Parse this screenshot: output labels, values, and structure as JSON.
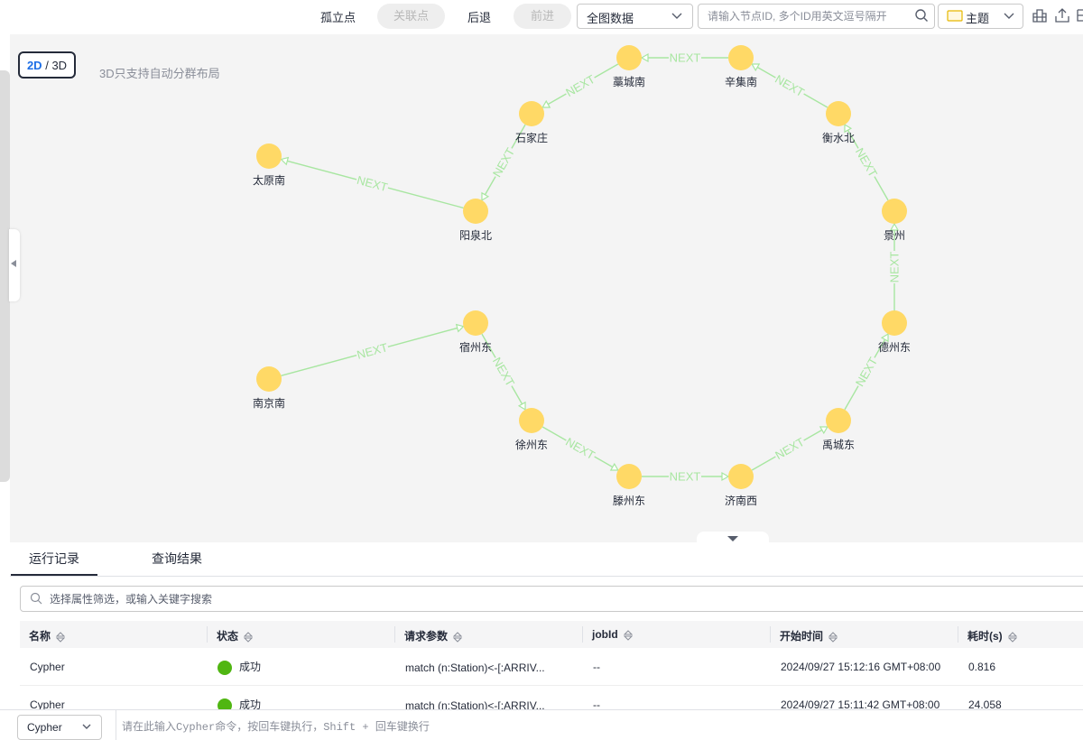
{
  "toolbar": {
    "isolated_label": "孤立点",
    "related_label": "关联点",
    "back_label": "后退",
    "forward_label": "前进",
    "scope_select": "全图数据",
    "search_placeholder": "请输入节点ID, 多个ID用英文逗号隔开",
    "theme_label": "主题"
  },
  "canvas": {
    "toggle_2d": "2D",
    "toggle_sep": "/",
    "toggle_3d": "3D",
    "hint": "3D只支持自动分群布局",
    "node_color": "#ffd966",
    "edge_color": "#a8e6a1",
    "edge_label": "NEXT"
  },
  "graph": {
    "nodes": [
      {
        "id": "taiyuannan",
        "label": "太原南"
      },
      {
        "id": "yangquanbei",
        "label": "阳泉北"
      },
      {
        "id": "shijiazhuang",
        "label": "石家庄"
      },
      {
        "id": "gaochengnan",
        "label": "藁城南"
      },
      {
        "id": "xinjinan",
        "label": "辛集南"
      },
      {
        "id": "hengshuibei",
        "label": "衡水北"
      },
      {
        "id": "jingzhou",
        "label": "景州"
      },
      {
        "id": "dezhoudong",
        "label": "德州东"
      },
      {
        "id": "yuchengdong",
        "label": "禹城东"
      },
      {
        "id": "jinanxi",
        "label": "济南西"
      },
      {
        "id": "tengzhoudong",
        "label": "滕州东"
      },
      {
        "id": "xuzhoudong",
        "label": "徐州东"
      },
      {
        "id": "suzhoudong",
        "label": "宿州东"
      },
      {
        "id": "nanjingnan",
        "label": "南京南"
      }
    ],
    "edges": [
      {
        "from": "yangquanbei",
        "to": "taiyuannan",
        "label": "NEXT"
      },
      {
        "from": "shijiazhuang",
        "to": "yangquanbei",
        "label": "NEXT"
      },
      {
        "from": "gaochengnan",
        "to": "shijiazhuang",
        "label": "NEXT"
      },
      {
        "from": "xinjinan",
        "to": "gaochengnan",
        "label": "NEXT"
      },
      {
        "from": "hengshuibei",
        "to": "xinjinan",
        "label": "NEXT"
      },
      {
        "from": "jingzhou",
        "to": "hengshuibei",
        "label": "NEXT"
      },
      {
        "from": "dezhoudong",
        "to": "jingzhou",
        "label": "NEXT"
      },
      {
        "from": "yuchengdong",
        "to": "dezhoudong",
        "label": "NEXT"
      },
      {
        "from": "jinanxi",
        "to": "yuchengdong",
        "label": "NEXT"
      },
      {
        "from": "tengzhoudong",
        "to": "jinanxi",
        "label": "NEXT"
      },
      {
        "from": "xuzhoudong",
        "to": "tengzhoudong",
        "label": "NEXT"
      },
      {
        "from": "suzhoudong",
        "to": "xuzhoudong",
        "label": "NEXT"
      },
      {
        "from": "nanjingnan",
        "to": "suzhoudong",
        "label": "NEXT"
      }
    ]
  },
  "panel": {
    "tabs": [
      "运行记录",
      "查询结果"
    ],
    "filter_placeholder": "选择属性筛选，或输入关键字搜索",
    "columns": [
      "名称",
      "状态",
      "请求参数",
      "jobId",
      "开始时间",
      "耗时(s)"
    ],
    "rows": [
      {
        "name": "Cypher",
        "status": "成功",
        "params": "match (n:Station)<-[:ARRIV...",
        "jobid": "--",
        "start": "2024/09/27 15:12:16 GMT+08:00",
        "duration": "0.816"
      },
      {
        "name": "Cypher",
        "status": "成功",
        "params": "match (n:Station)<-[:ARRIV...",
        "jobid": "--",
        "start": "2024/09/27 15:11:42 GMT+08:00",
        "duration": "24.058"
      }
    ]
  },
  "cypher": {
    "lang": "Cypher",
    "placeholder": "请在此输入Cypher命令，按回车键执行，Shift + 回车键换行"
  }
}
